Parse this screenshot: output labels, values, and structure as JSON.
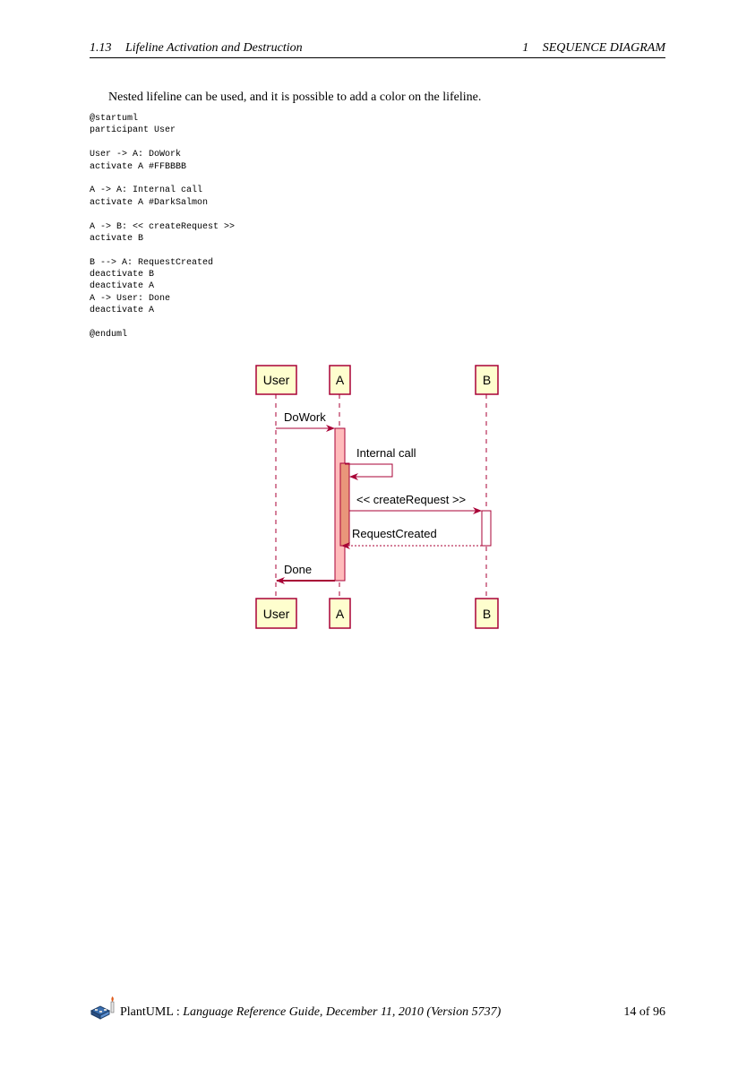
{
  "header": {
    "section_number": "1.13",
    "section_title": "Lifeline Activation and Destruction",
    "chapter_number": "1",
    "chapter_title": "SEQUENCE DIAGRAM"
  },
  "intro": "Nested lifeline can be used, and it is possible to add a color on the lifeline.",
  "code_lines": [
    "@startuml",
    "participant User",
    "",
    "User -> A: DoWork",
    "activate A #FFBBBB",
    "",
    "A -> A: Internal call",
    "activate A #DarkSalmon",
    "",
    "A -> B: << createRequest >>",
    "activate B",
    "",
    "B --> A: RequestCreated",
    "deactivate B",
    "deactivate A",
    "A -> User: Done",
    "deactivate A",
    "",
    "@enduml"
  ],
  "diagram": {
    "participants": {
      "user": "User",
      "a": "A",
      "b": "B"
    },
    "messages": {
      "dowork": "DoWork",
      "internal_call": "Internal call",
      "create_request": "<< createRequest >>",
      "request_created": "RequestCreated",
      "done": "Done"
    },
    "colors": {
      "participant_fill": "#FEFECE",
      "participant_border": "#A80036",
      "arrow": "#A80036",
      "activation_outer": "#FFBBBB",
      "activation_inner": "#E9967A",
      "activation_b": "#FFFFFF"
    }
  },
  "footer": {
    "brand": "PlantUML",
    "separator": " : ",
    "subtitle": "Language Reference Guide, December 11, 2010 (Version 5737)",
    "page": "14 of 96"
  }
}
